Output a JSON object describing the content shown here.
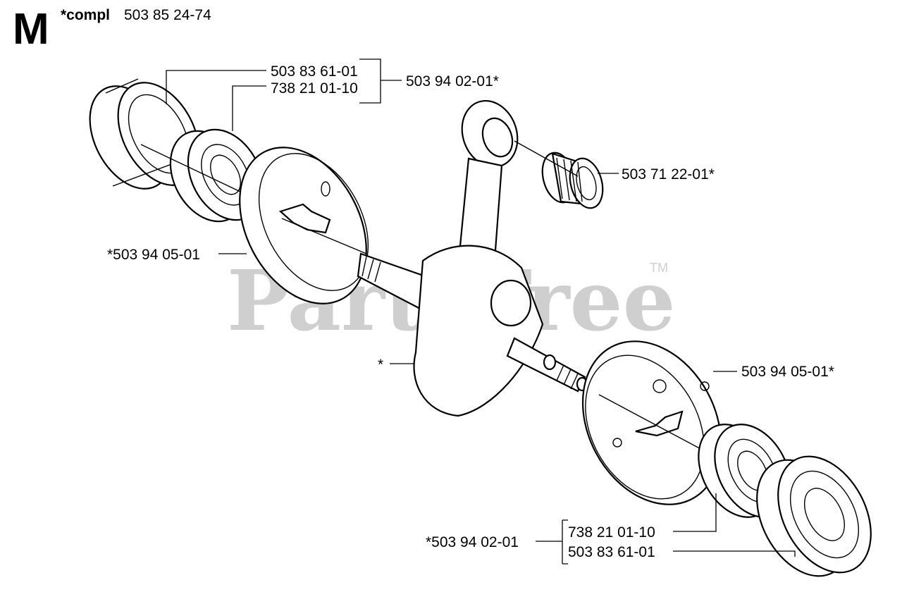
{
  "header": {
    "section_letter": "M",
    "compl_prefix": "*compl",
    "compl_number": "503 85 24-74"
  },
  "watermark": {
    "text": "PartsTree",
    "trademark": "TM"
  },
  "callouts": {
    "seal_top": "503 83 61-01",
    "bearing_top": "738 21 01-10",
    "kit_top": "503 94 02-01*",
    "needle_bearing": "503 71 22-01*",
    "half_left": "*503 94 05-01",
    "crank": "*",
    "half_right": "503 94 05-01*",
    "kit_bottom": "*503 94 02-01",
    "bearing_bottom": "738 21 01-10",
    "seal_bottom": "503 83 61-01"
  }
}
